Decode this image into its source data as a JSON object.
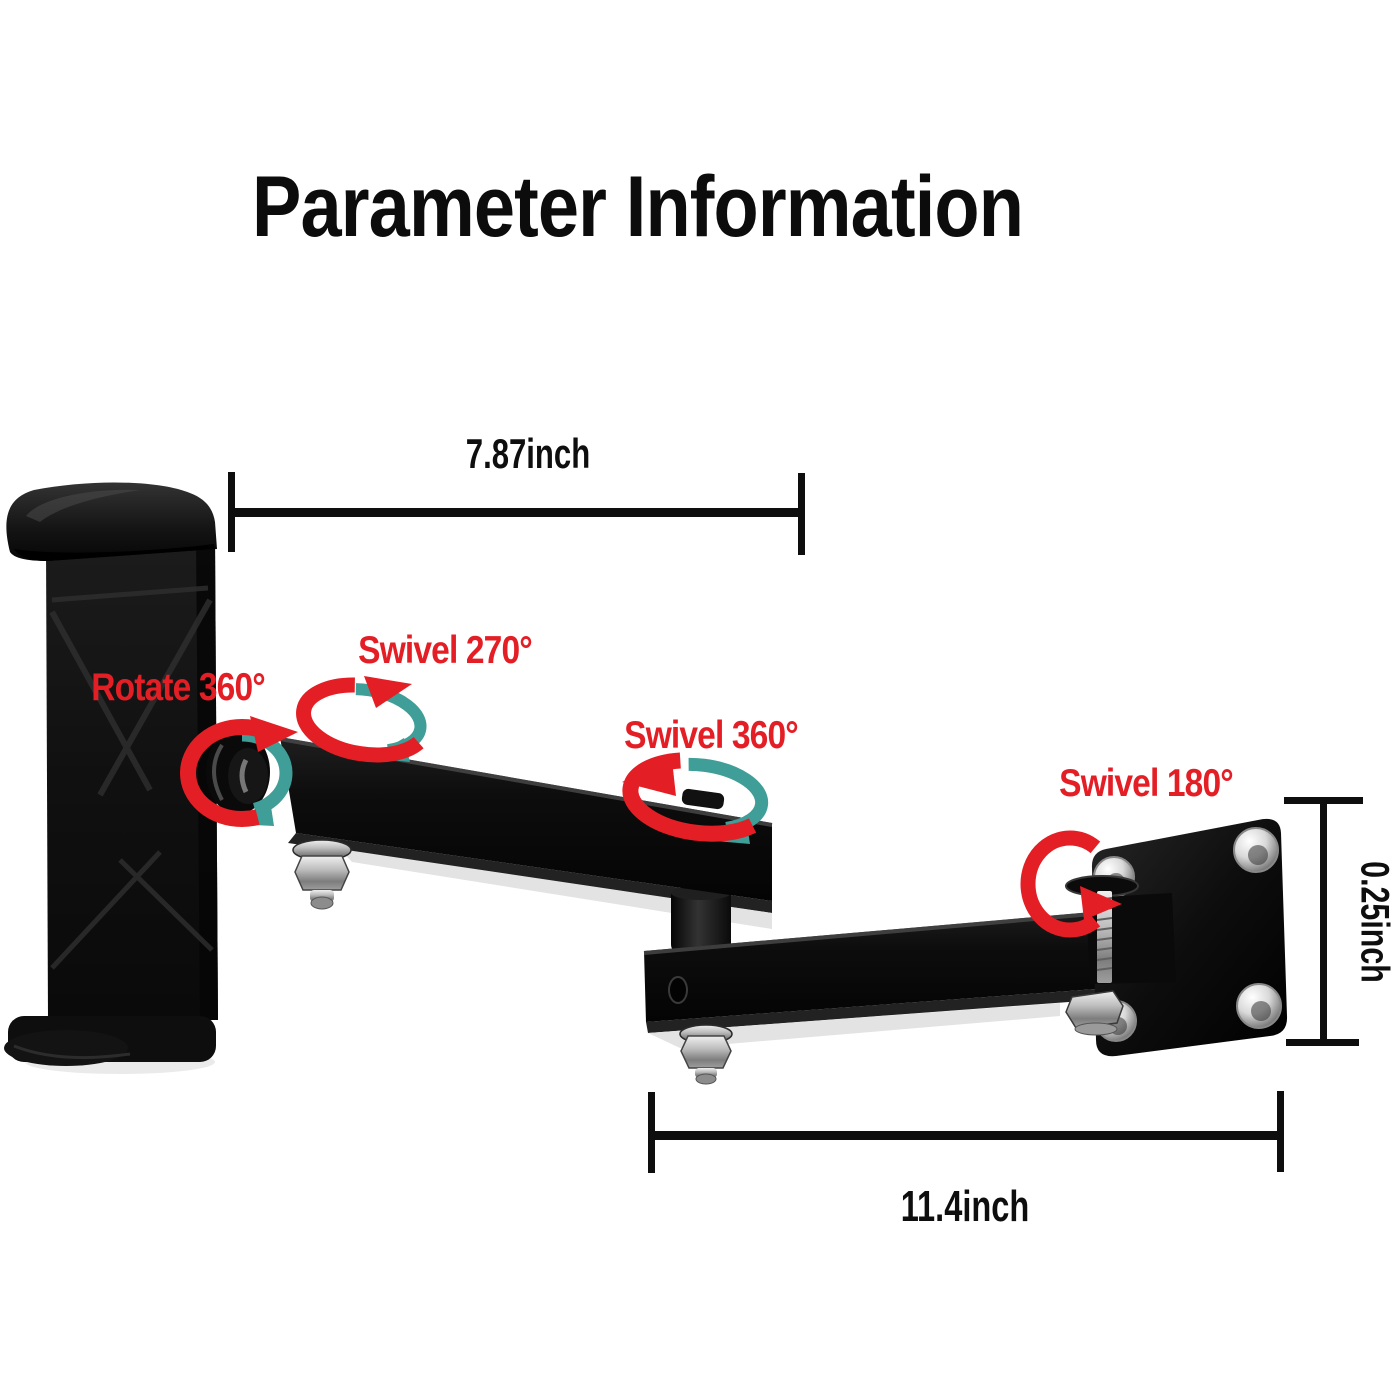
{
  "title": "Parameter Information",
  "annotations": {
    "rotate_360": "Rotate 360°",
    "swivel_270": "Swivel 270°",
    "swivel_360": "Swivel 360°",
    "swivel_180": "Swivel 180°"
  },
  "dimensions": {
    "upper_arm_length": "7.87inch",
    "lower_arm_length": "11.4inch",
    "wall_plate_thickness": "0.25inch"
  },
  "colors": {
    "annotation_red": "#e41e25",
    "arrow_teal": "#3f9e97",
    "dimension_ink": "#0e0e0e",
    "metal_black": "#111111",
    "background": "#ffffff"
  }
}
